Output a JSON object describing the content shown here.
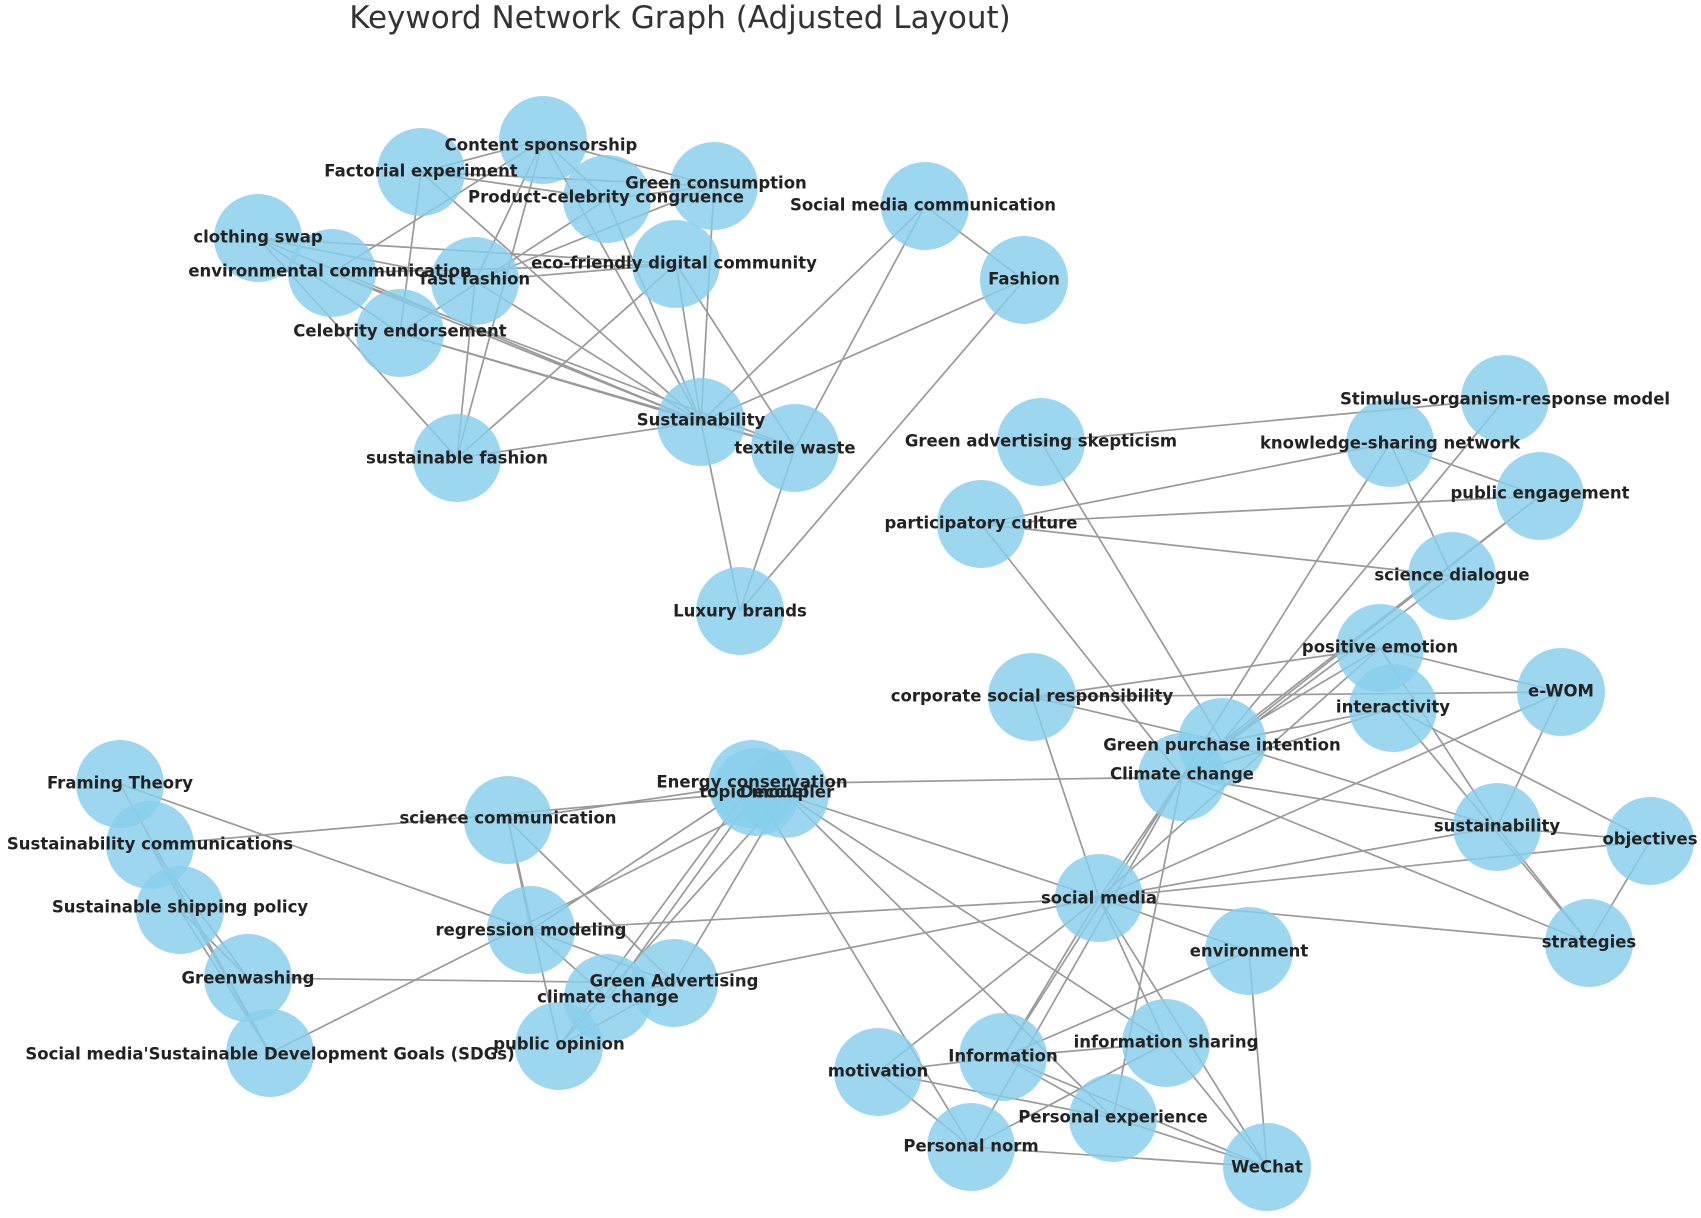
{
  "title": "Keyword Network Graph (Adjusted Layout)",
  "colors": {
    "node_fill": "#87ceeb",
    "edge": "#9a9a9a",
    "label": "#222222",
    "title": "#333333"
  },
  "nodes": [
    {
      "id": "content_sponsorship",
      "label": "Content sponsorship"
    },
    {
      "id": "factorial_experiment",
      "label": "Factorial experiment"
    },
    {
      "id": "green_consumption",
      "label": "Green consumption"
    },
    {
      "id": "product_celebrity",
      "label": "Product-celebrity congruence"
    },
    {
      "id": "social_media_comm",
      "label": "Social media communication"
    },
    {
      "id": "clothing_swap",
      "label": "clothing swap"
    },
    {
      "id": "env_comm",
      "label": "environmental communication"
    },
    {
      "id": "fast_fashion",
      "label": "fast fashion"
    },
    {
      "id": "eco_digital",
      "label": "eco-friendly digital community"
    },
    {
      "id": "fashion",
      "label": "Fashion"
    },
    {
      "id": "celebrity",
      "label": "Celebrity endorsement"
    },
    {
      "id": "sustainability_cap",
      "label": "Sustainability"
    },
    {
      "id": "textile_waste",
      "label": "textile waste"
    },
    {
      "id": "sustainable_fashion",
      "label": "sustainable fashion"
    },
    {
      "id": "luxury",
      "label": "Luxury brands"
    },
    {
      "id": "sor_model",
      "label": "Stimulus-organism-response model"
    },
    {
      "id": "green_adv_skept",
      "label": "Green advertising skepticism"
    },
    {
      "id": "knowledge_net",
      "label": "knowledge-sharing network"
    },
    {
      "id": "public_engagement",
      "label": "public engagement"
    },
    {
      "id": "participatory",
      "label": "participatory culture"
    },
    {
      "id": "science_dialogue",
      "label": "science dialogue"
    },
    {
      "id": "positive_emotion",
      "label": "positive emotion"
    },
    {
      "id": "ewom",
      "label": "e-WOM"
    },
    {
      "id": "csr",
      "label": "corporate social responsibility"
    },
    {
      "id": "interactivity",
      "label": "interactivity"
    },
    {
      "id": "green_purchase",
      "label": "Green purchase intention"
    },
    {
      "id": "climate_change_cap",
      "label": "Climate change"
    },
    {
      "id": "sustainability_low",
      "label": "sustainability"
    },
    {
      "id": "objectives",
      "label": "objectives"
    },
    {
      "id": "strategies",
      "label": "strategies"
    },
    {
      "id": "framing",
      "label": "Framing Theory"
    },
    {
      "id": "sust_comms",
      "label": "Sustainability communications"
    },
    {
      "id": "shipping",
      "label": "Sustainable shipping policy"
    },
    {
      "id": "greenwashing",
      "label": "Greenwashing"
    },
    {
      "id": "sdgs",
      "label": "Social media'Sustainable Development Goals (SDGs)"
    },
    {
      "id": "energy",
      "label": "Energy conservation"
    },
    {
      "id": "topic_model",
      "label": "topic model"
    },
    {
      "id": "decoupler",
      "label": "Decoupler"
    },
    {
      "id": "science_comm",
      "label": "science communication"
    },
    {
      "id": "regression",
      "label": "regression modeling"
    },
    {
      "id": "green_adv",
      "label": "Green Advertising"
    },
    {
      "id": "climate_change_low",
      "label": "climate change"
    },
    {
      "id": "public_opinion",
      "label": "public opinion"
    },
    {
      "id": "social_media",
      "label": "social media"
    },
    {
      "id": "environment",
      "label": "environment"
    },
    {
      "id": "information_sharing",
      "label": "information sharing"
    },
    {
      "id": "information",
      "label": "Information"
    },
    {
      "id": "motivation",
      "label": "motivation"
    },
    {
      "id": "personal_experience",
      "label": "Personal experience"
    },
    {
      "id": "personal_norm",
      "label": "Personal norm"
    },
    {
      "id": "wechat",
      "label": "WeChat"
    }
  ]
}
